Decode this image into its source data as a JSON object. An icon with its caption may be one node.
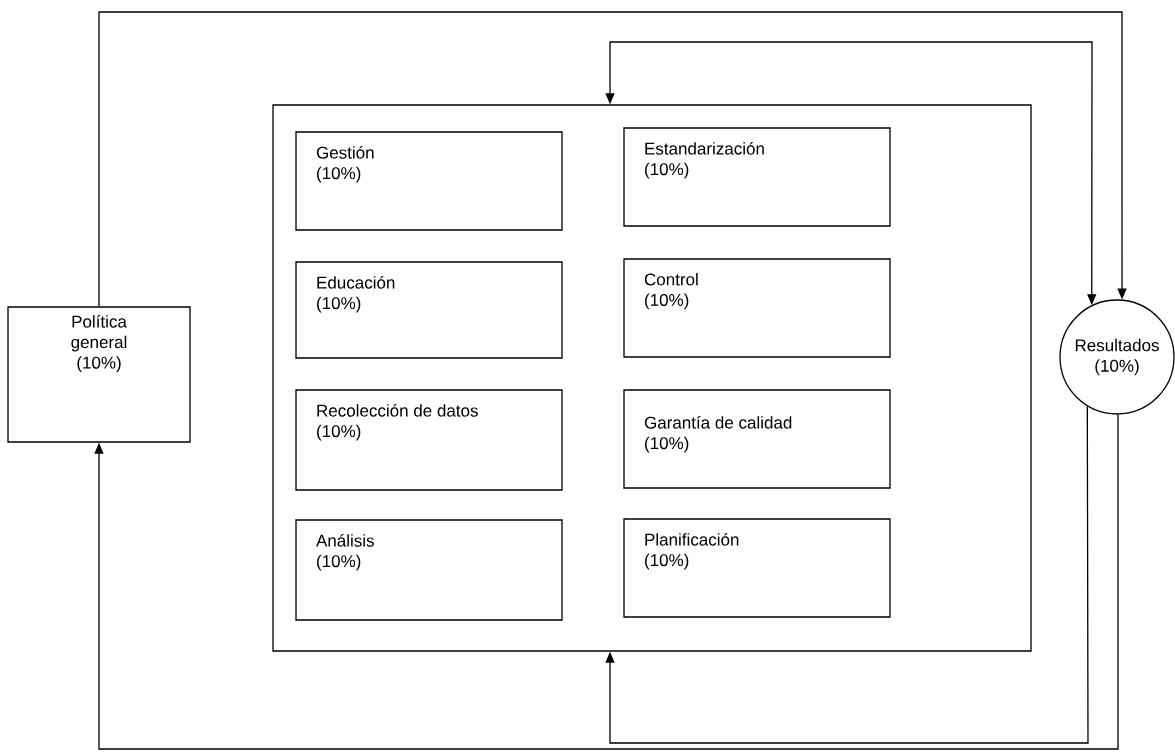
{
  "diagram": {
    "nodes": [
      {
        "text": [
          "Política general",
          "(10%)"
        ]
      },
      {
        "text": [],
        "shape": "box"
      },
      {
        "text": [
          "Gestión",
          "(10%)"
        ],
        "in": 1
      },
      {
        "text": [
          "Estandarización",
          "(10%)"
        ],
        "in": 1
      },
      {
        "text": [
          "Educación",
          "(10%)"
        ],
        "in": 1
      },
      {
        "text": [
          "Control",
          "(10%)"
        ],
        "in": 1
      },
      {
        "text": [
          "Recolección de datos",
          "(10%)"
        ],
        "in": 1
      },
      {
        "text": [
          "Garantía de calidad",
          "(10%)"
        ],
        "in": 1
      },
      {
        "text": [
          "Análisis",
          "(10%)"
        ],
        "in": 1
      },
      {
        "text": [
          "Planificación",
          "(10%)"
        ],
        "in": 1
      },
      {
        "text": [
          "Resultados",
          "(10%)"
        ]
      }
    ],
    "edges": [
      {
        "from": 0,
        "to": 10,
        "arrow": "to"
      },
      {
        "from": 1,
        "to": 10,
        "arrow": "both"
      },
      {
        "from": 10,
        "to": 1,
        "arrow": "to"
      },
      {
        "from": 10,
        "to": 0,
        "arrow": "to"
      }
    ]
  }
}
